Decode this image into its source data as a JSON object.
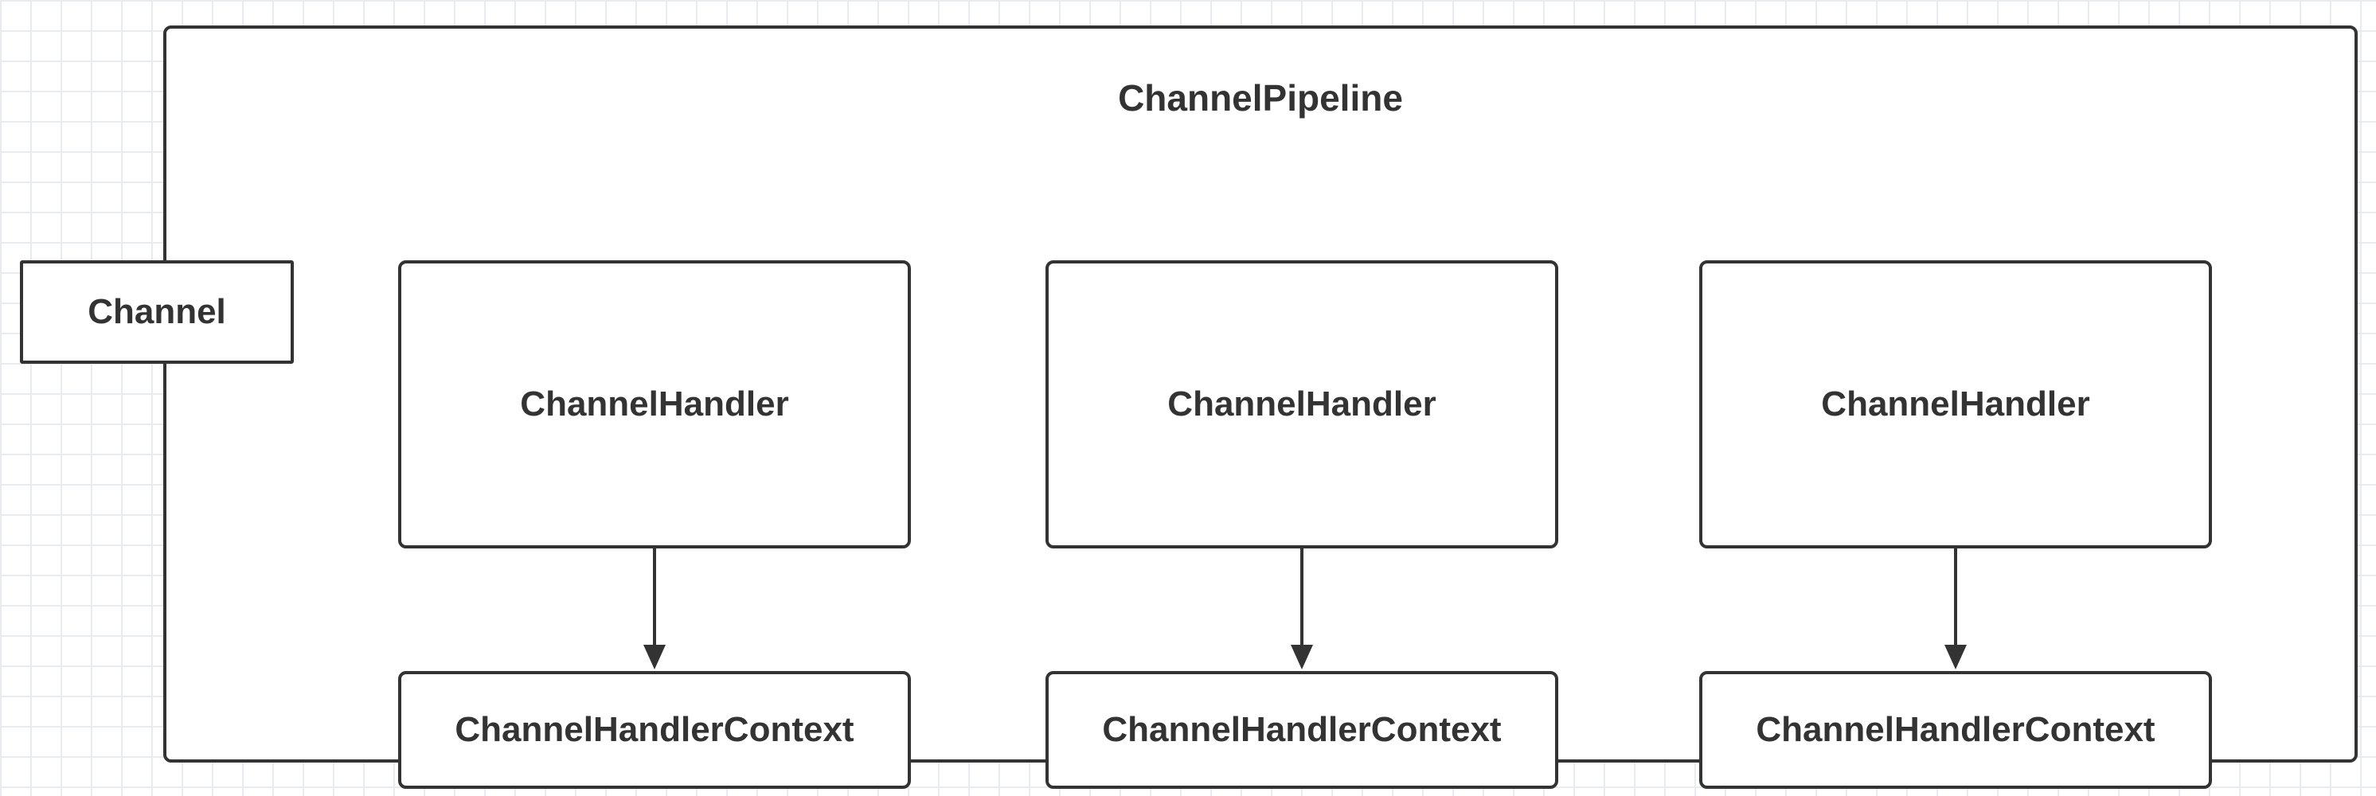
{
  "pipeline": {
    "title": "ChannelPipeline"
  },
  "channel": {
    "label": "Channel"
  },
  "handlers": [
    {
      "handler_label": "ChannelHandler",
      "context_label": "ChannelHandlerContext"
    },
    {
      "handler_label": "ChannelHandler",
      "context_label": "ChannelHandlerContext"
    },
    {
      "handler_label": "ChannelHandler",
      "context_label": "ChannelHandlerContext"
    }
  ],
  "colors": {
    "stroke": "#333333",
    "grid": "#e9ecef",
    "background": "#ffffff"
  }
}
